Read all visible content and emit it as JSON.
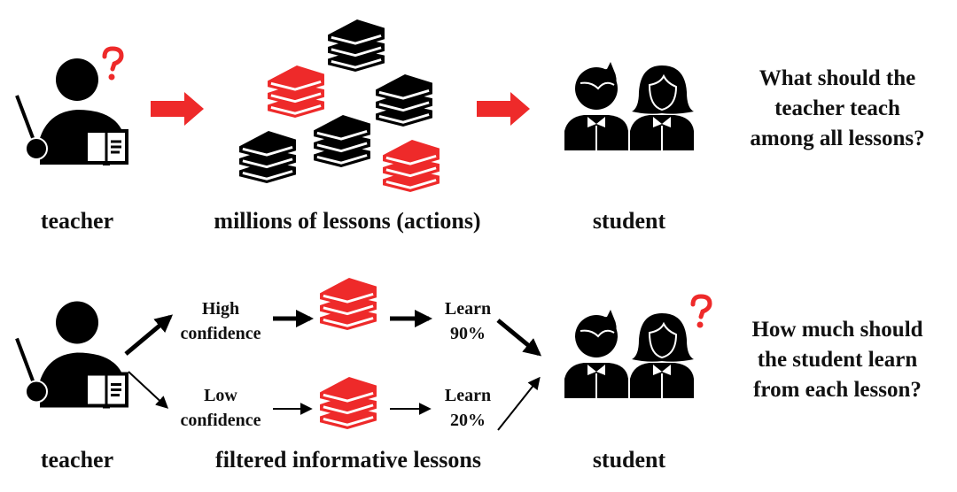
{
  "colors": {
    "accent": "#ee2a2a",
    "ink": "#000000"
  },
  "top_row": {
    "teacher_label": "teacher",
    "lessons_label": "millions of lessons (actions)",
    "student_label": "student",
    "question": [
      "What should the",
      "teacher teach",
      "among all lessons?"
    ]
  },
  "bottom_row": {
    "teacher_label": "teacher",
    "lessons_label": "filtered informative lessons",
    "student_label": "student",
    "high": [
      "High",
      "confidence"
    ],
    "low": [
      "Low",
      "confidence"
    ],
    "learn_high": [
      "Learn",
      "90%"
    ],
    "learn_low": [
      "Learn",
      "20%"
    ],
    "question": [
      "How much should",
      "the student learn",
      "from each lesson?"
    ]
  },
  "icons": [
    "teacher-icon",
    "question-mark-icon",
    "book-stack-icon",
    "students-icon",
    "arrow-icon"
  ]
}
